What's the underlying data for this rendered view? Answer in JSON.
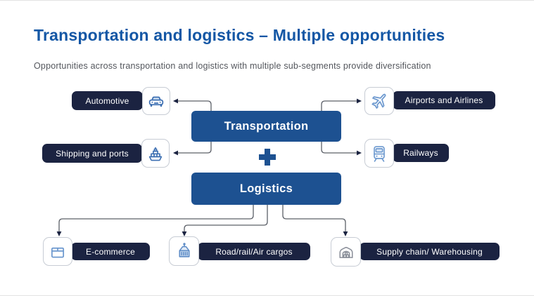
{
  "header": {
    "title": "Transportation and logistics – Multiple opportunities",
    "subtitle": "Opportunities across transportation and logistics with multiple sub-segments provide diversification"
  },
  "center": {
    "transportation_label": "Transportation",
    "plus_symbol": "+",
    "logistics_label": "Logistics"
  },
  "branches": {
    "left": [
      {
        "label": "Automotive",
        "icon": "car-icon"
      },
      {
        "label": "Shipping and ports",
        "icon": "ship-icon"
      }
    ],
    "right": [
      {
        "label": "Airports and Airlines",
        "icon": "airplane-icon"
      },
      {
        "label": "Railways",
        "icon": "train-icon"
      }
    ],
    "bottom": [
      {
        "label": "E-commerce",
        "icon": "package-icon"
      },
      {
        "label": "Road/rail/Air cargos",
        "icon": "cargo-container-icon"
      },
      {
        "label": "Supply chain/ Warehousing",
        "icon": "warehouse-icon"
      }
    ]
  },
  "colors": {
    "title_blue": "#1457a5",
    "box_blue": "#1d5191",
    "pill_navy": "#1b2341",
    "icon_blue": "#4577b8",
    "icon_light_blue": "#6d99cf",
    "icon_gray": "#8b909a",
    "connector_gray": "#5c6068"
  }
}
